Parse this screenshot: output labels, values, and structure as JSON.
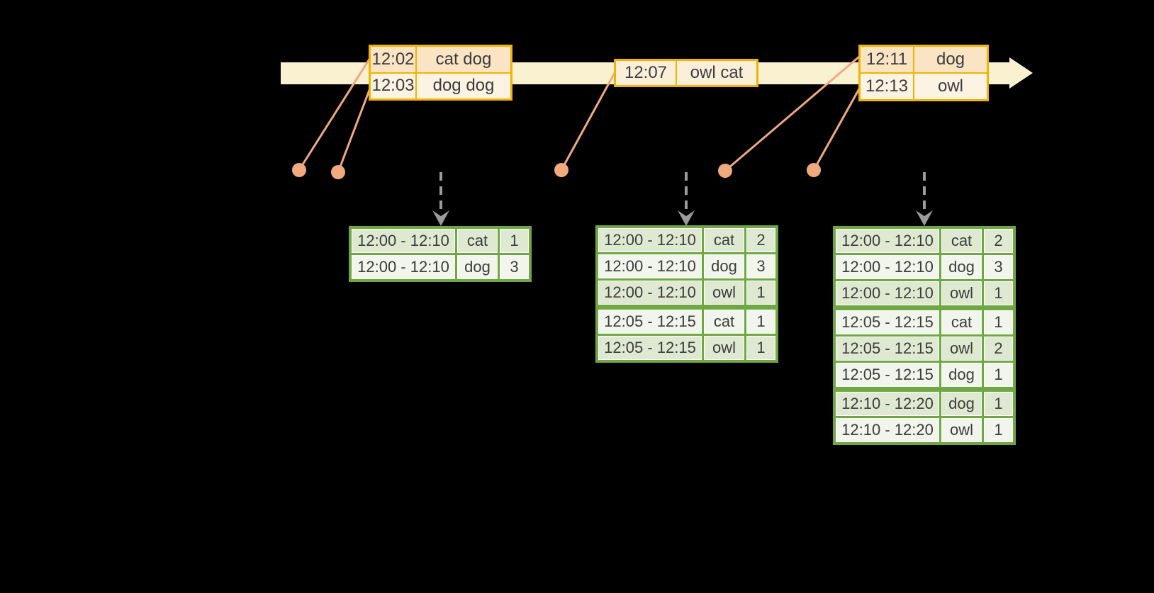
{
  "colors": {
    "background": "#000000",
    "timeline_band": "#faf1d0",
    "event_table_border": "#f1b300",
    "event_row_peach": "#fae4c4",
    "event_row_cream": "#fdf3e3",
    "connector_orange": "#f1a97e",
    "trigger_arrow_gray": "#9b9b9b",
    "result_table_green": "#6fa843",
    "result_row_dark": "#dfe9d2",
    "result_row_light": "#f1f5eb",
    "text": "#3c3c3c"
  },
  "event_tables": [
    {
      "rows": [
        {
          "time": "12:02",
          "words": "cat dog",
          "tone": "peach"
        },
        {
          "time": "12:03",
          "words": "dog dog",
          "tone": "cream"
        }
      ]
    },
    {
      "rows": [
        {
          "time": "12:07",
          "words": "owl cat",
          "tone": "cream2"
        }
      ]
    },
    {
      "rows": [
        {
          "time": "12:11",
          "words": "dog",
          "tone": "peach"
        },
        {
          "time": "12:13",
          "words": "owl",
          "tone": "cream"
        }
      ]
    }
  ],
  "result_tables": [
    {
      "rows": [
        {
          "window": "12:00 - 12:10",
          "word": "cat",
          "count": "1",
          "shade": "dark",
          "sep": "none"
        },
        {
          "window": "12:00 - 12:10",
          "word": "dog",
          "count": "3",
          "shade": "light",
          "sep": "thin"
        }
      ]
    },
    {
      "rows": [
        {
          "window": "12:00 - 12:10",
          "word": "cat",
          "count": "2",
          "shade": "dark",
          "sep": "none"
        },
        {
          "window": "12:00 - 12:10",
          "word": "dog",
          "count": "3",
          "shade": "light",
          "sep": "thin"
        },
        {
          "window": "12:00 - 12:10",
          "word": "owl",
          "count": "1",
          "shade": "dark",
          "sep": "thin"
        },
        {
          "window": "12:05 - 12:15",
          "word": "cat",
          "count": "1",
          "shade": "light",
          "sep": "thick"
        },
        {
          "window": "12:05 - 12:15",
          "word": "owl",
          "count": "1",
          "shade": "dark",
          "sep": "thin"
        }
      ]
    },
    {
      "rows": [
        {
          "window": "12:00 - 12:10",
          "word": "cat",
          "count": "2",
          "shade": "dark",
          "sep": "none"
        },
        {
          "window": "12:00 - 12:10",
          "word": "dog",
          "count": "3",
          "shade": "light",
          "sep": "thin"
        },
        {
          "window": "12:00 - 12:10",
          "word": "owl",
          "count": "1",
          "shade": "dark",
          "sep": "thin"
        },
        {
          "window": "12:05 - 12:15",
          "word": "cat",
          "count": "1",
          "shade": "light",
          "sep": "thick"
        },
        {
          "window": "12:05 - 12:15",
          "word": "owl",
          "count": "2",
          "shade": "dark",
          "sep": "thin"
        },
        {
          "window": "12:05 - 12:15",
          "word": "dog",
          "count": "1",
          "shade": "light",
          "sep": "thin"
        },
        {
          "window": "12:10 - 12:20",
          "word": "dog",
          "count": "1",
          "shade": "dark",
          "sep": "thick"
        },
        {
          "window": "12:10 - 12:20",
          "word": "owl",
          "count": "1",
          "shade": "light",
          "sep": "thin"
        }
      ]
    }
  ]
}
